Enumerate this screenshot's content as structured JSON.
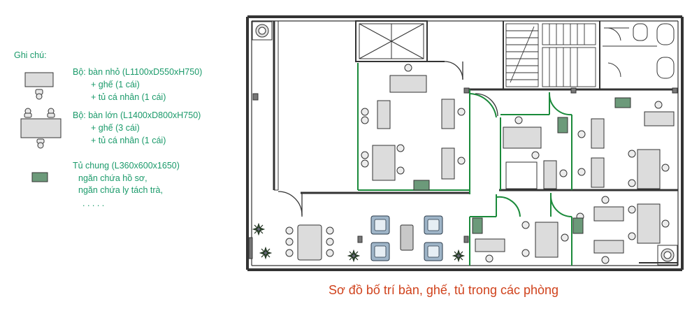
{
  "legend": {
    "title": "Ghi chú:",
    "set_small": {
      "line1": "Bộ: bàn nhỏ (L1100xD550xH750)",
      "line2": "+ ghế (1 cái)",
      "line3": "+ tủ cá nhân (1 cái)"
    },
    "set_large": {
      "line1": "Bộ: bàn lớn (L1400xD800xH750)",
      "line2": "+ ghế (3 cái)",
      "line3": "+ tủ cá nhân (1 cái)"
    },
    "cabinet": {
      "line1": "Tủ chung (L360x600x1650)",
      "line2": "ngăn chứa hồ sơ,",
      "line3": "ngăn chứa ly tách trà,",
      "line4": ". . . . ."
    }
  },
  "caption": "Sơ đồ bố trí bàn, ghế, tủ trong các phòng",
  "colors": {
    "text_green": "#1a9a6a",
    "partition_green": "#1a8a3a",
    "wall": "#333333",
    "furniture_fill": "#dcdcdc",
    "cabinet_fill": "#6c9a7a",
    "caption_red": "#d0421c"
  }
}
